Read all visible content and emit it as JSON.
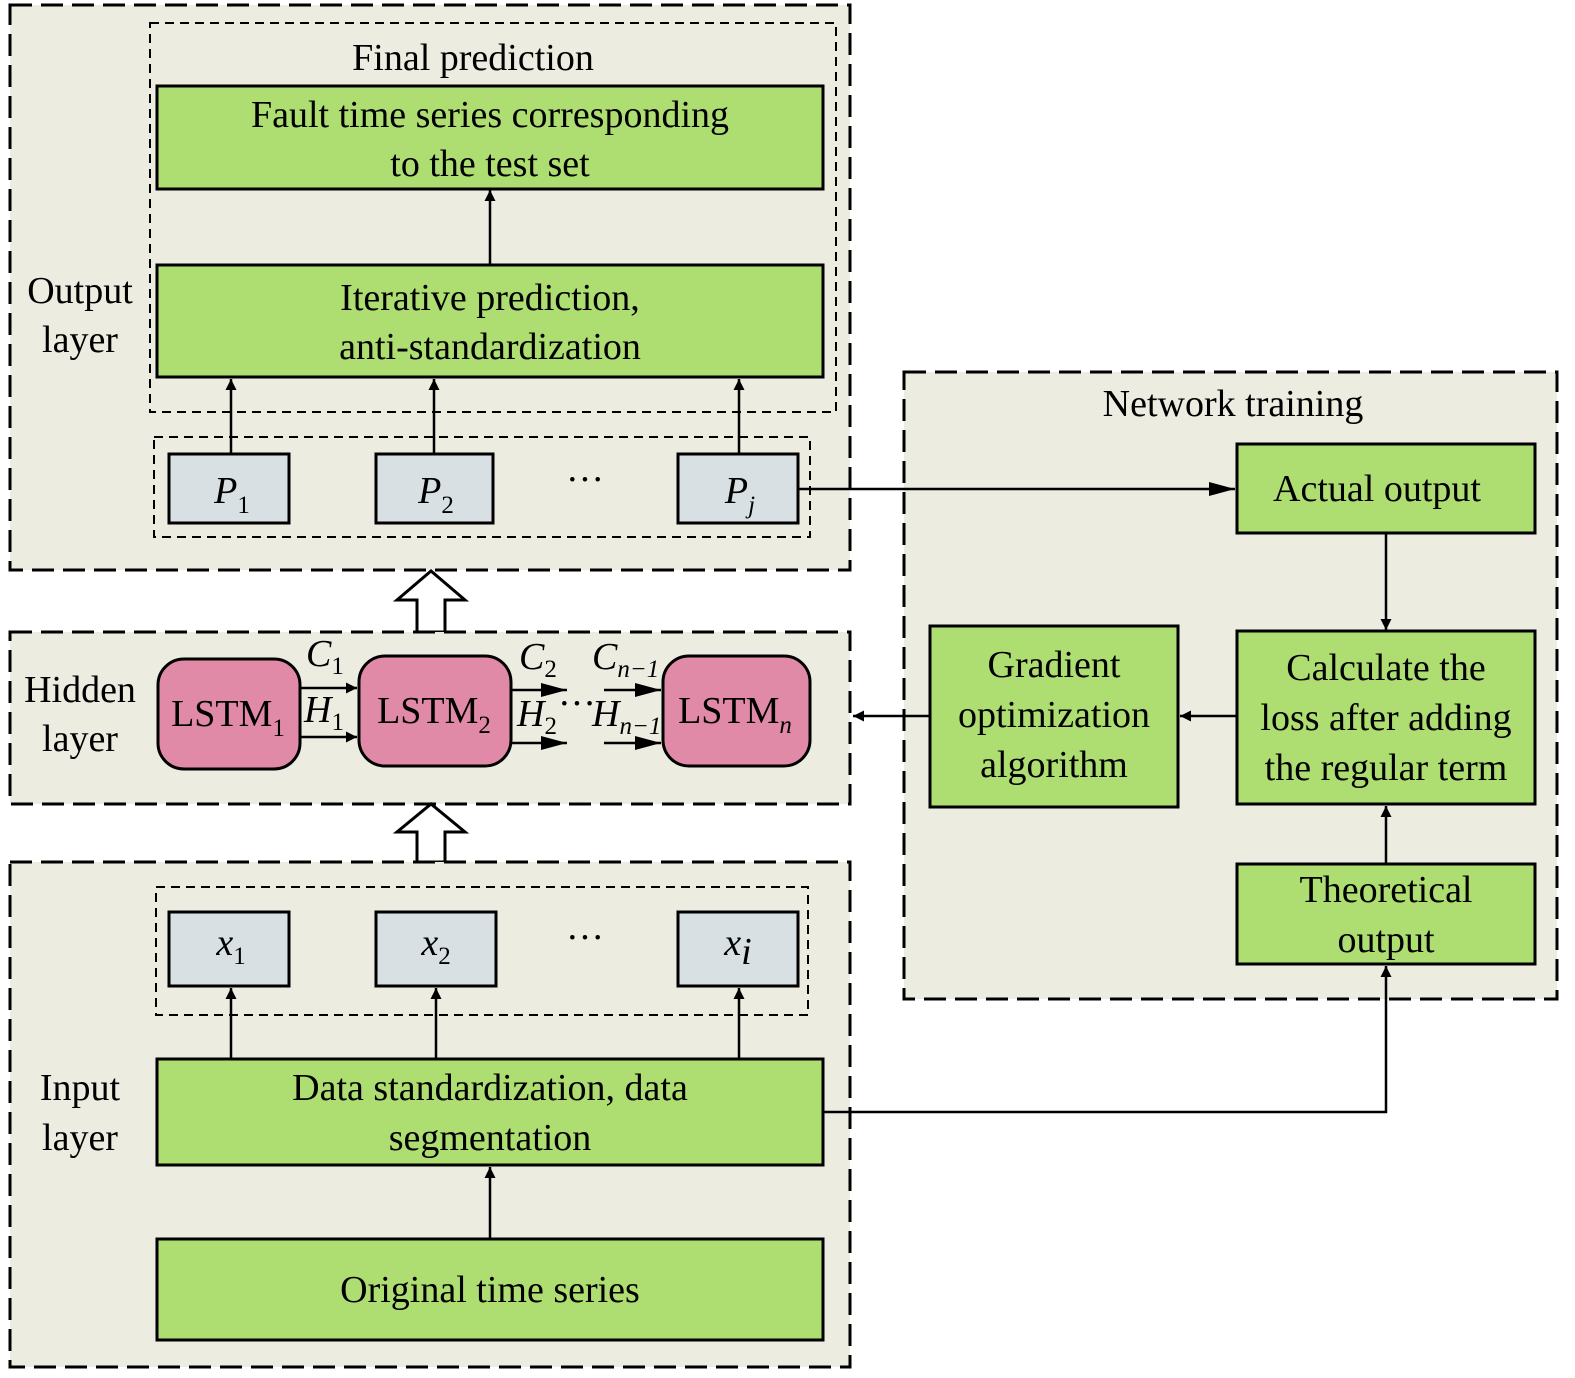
{
  "colors": {
    "panel_background": "#edece1",
    "process_box": "#aedd72",
    "lstm_box": "#e08aa8",
    "variable_box": "#d8e0e4",
    "border": "#000000"
  },
  "output_layer": {
    "label_line1": "Output",
    "label_line2": "layer",
    "final_prediction": {
      "title": "Final prediction",
      "fault_series_line1": "Fault time series corresponding",
      "fault_series_line2": "to the test set",
      "iterative_line1": "Iterative prediction,",
      "iterative_line2": "anti-standardization"
    },
    "predictions": [
      {
        "symbol": "P",
        "sub": "1"
      },
      {
        "symbol": "P",
        "sub": "2"
      },
      {
        "symbol": "P",
        "sub": "j"
      }
    ],
    "ellipsis": "···"
  },
  "hidden_layer": {
    "label_line1": "Hidden",
    "label_line2": "layer",
    "cells": [
      {
        "text": "LSTM",
        "sub": "1"
      },
      {
        "text": "LSTM",
        "sub": "2"
      },
      {
        "text": "LSTM",
        "sub": "n"
      }
    ],
    "states": {
      "c1": {
        "symbol": "C",
        "sub": "1"
      },
      "h1": {
        "symbol": "H",
        "sub": "1"
      },
      "c2": {
        "symbol": "C",
        "sub": "2"
      },
      "h2": {
        "symbol": "H",
        "sub": "2"
      },
      "cn1": {
        "symbol": "C",
        "sub": "n−1"
      },
      "hn1": {
        "symbol": "H",
        "sub": "n−1"
      }
    },
    "ellipsis": "···"
  },
  "input_layer": {
    "label_line1": "Input",
    "label_line2": "layer",
    "inputs": [
      {
        "symbol": "x",
        "sub": "1"
      },
      {
        "symbol": "x",
        "sub": "2"
      },
      {
        "symbol": "x",
        "sub": "i"
      }
    ],
    "ellipsis": "···",
    "standardization_line1": "Data standardization, data",
    "standardization_line2": "segmentation",
    "original": "Original time series"
  },
  "network_training": {
    "title": "Network training",
    "actual_output": "Actual output",
    "loss_line1": "Calculate the",
    "loss_line2": "loss after adding",
    "loss_line3": "the regular term",
    "gradient_line1": "Gradient",
    "gradient_line2": "optimization",
    "gradient_line3": "algorithm",
    "theoretical_line1": "Theoretical",
    "theoretical_line2": "output"
  }
}
